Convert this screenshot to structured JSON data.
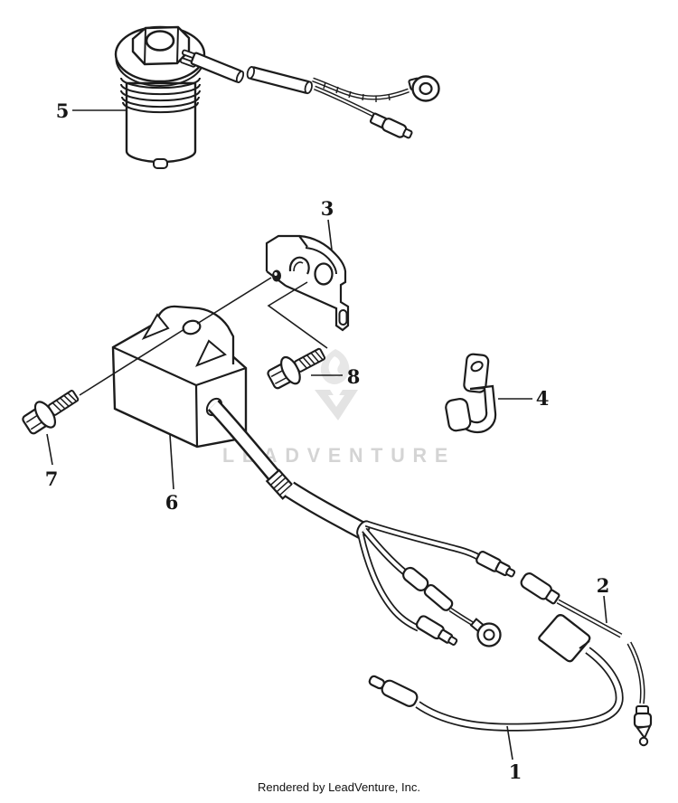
{
  "page": {
    "background": "#ffffff",
    "line_color": "#1c1c1c"
  },
  "watermark": {
    "text": "LEADVENTURE",
    "color": "#d4d4d4",
    "logo": "leadventure-flame-v-mark"
  },
  "footer": {
    "text": "Rendered by LeadVenture, Inc."
  },
  "callouts": [
    {
      "number": "1",
      "part": "main-lead-wire-harness"
    },
    {
      "number": "2",
      "part": "throttle-cable"
    },
    {
      "number": "3",
      "part": "mount-bracket"
    },
    {
      "number": "4",
      "part": "cord-clamp-hook"
    },
    {
      "number": "5",
      "part": "ignition-coil-cap"
    },
    {
      "number": "6",
      "part": "cdi-unit-box"
    },
    {
      "number": "7",
      "part": "flange-bolt-left"
    },
    {
      "number": "8",
      "part": "flange-bolt-center"
    }
  ]
}
